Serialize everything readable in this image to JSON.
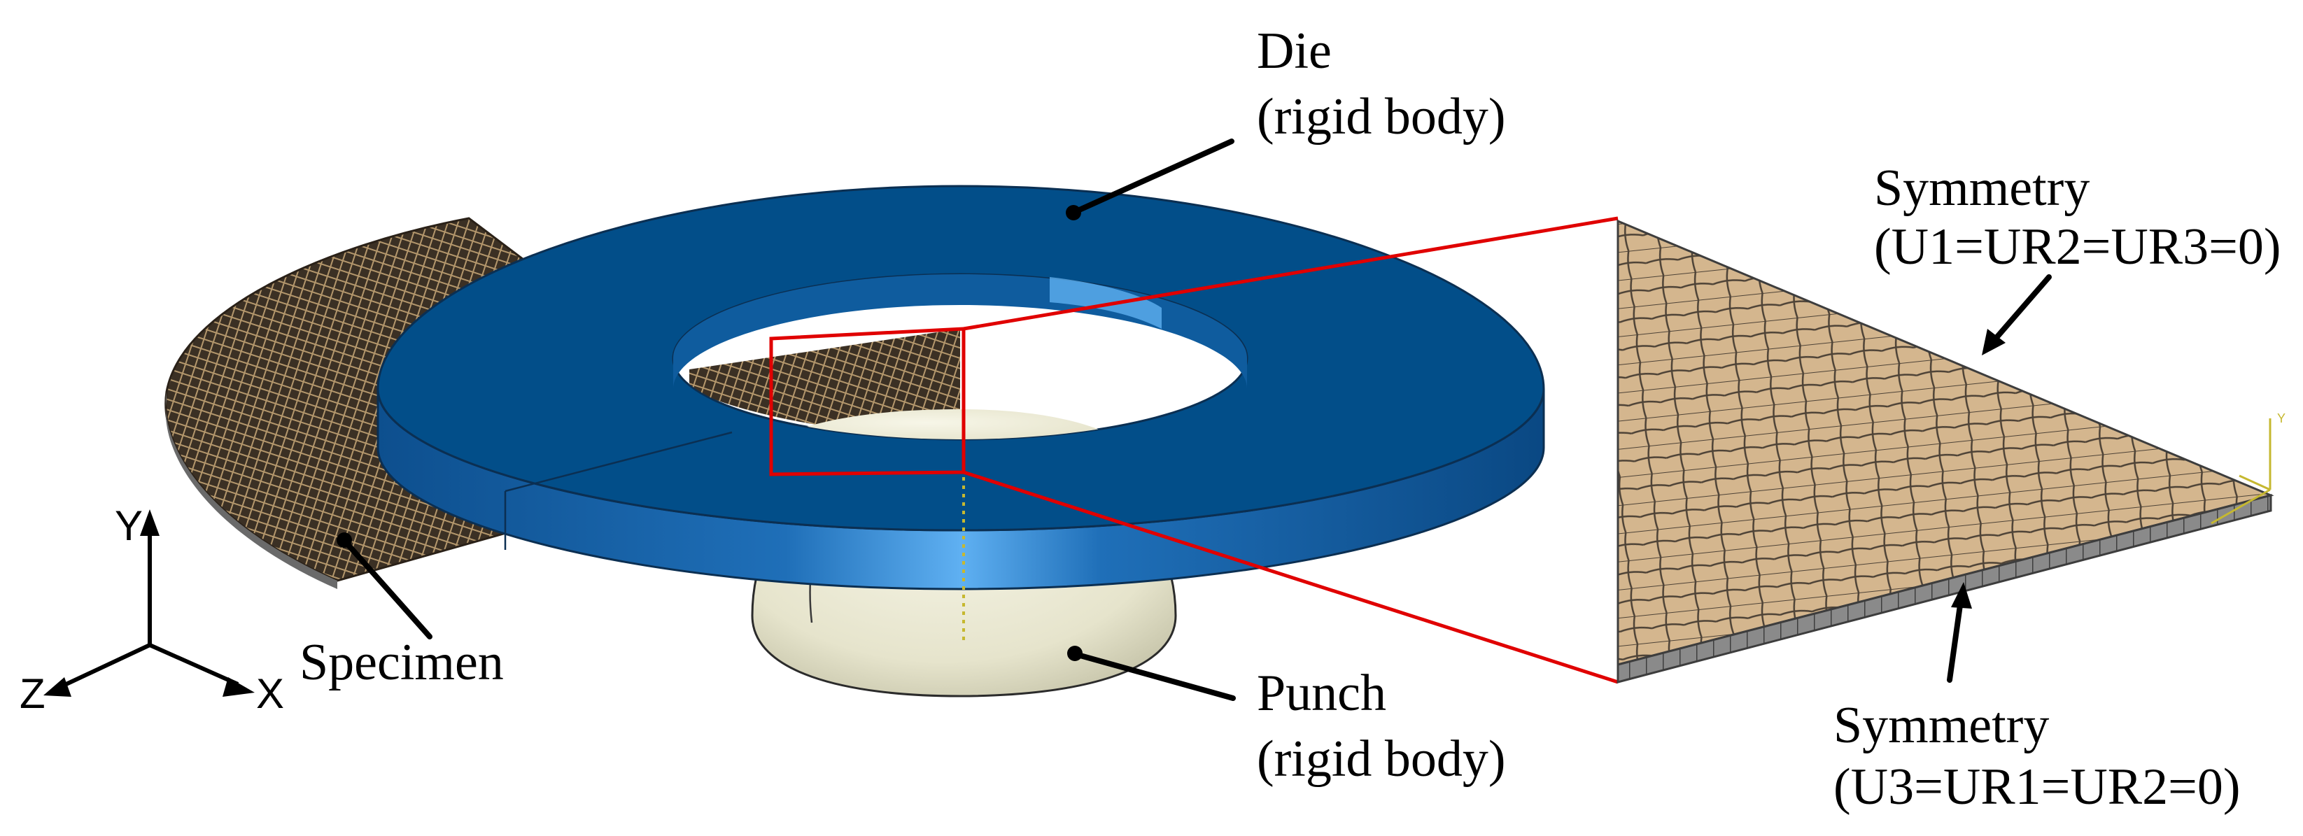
{
  "labels": {
    "die": {
      "name": "Die",
      "note": "(rigid body)"
    },
    "punch": {
      "name": "Punch",
      "note": "(rigid body)"
    },
    "specimen": {
      "name": "Specimen"
    },
    "symmetry_top": {
      "name": "Symmetry",
      "condition": "(U1=UR2=UR3=0)"
    },
    "symmetry_bottom": {
      "name": "Symmetry",
      "condition": "(U3=UR1=UR2=0)"
    }
  },
  "axes": {
    "y": "Y",
    "z": "Z",
    "x": "X"
  },
  "mini_axes": {
    "y": "Y"
  },
  "colors": {
    "die_top": "#004f8a",
    "die_side": "#1a63a8",
    "die_highlight": "#4aa3ec",
    "punch": "#ecebd8",
    "punch_shade": "#c9c8b0",
    "specimen_dark": "#3a2f22",
    "specimen_mesh": "#c8ab7e",
    "zoom_mesh_fill": "#d2b48c",
    "zoom_mesh_line": "#4a3f33",
    "zoom_edge": "#7a7a7a",
    "highlight_box": "#e00000",
    "leader": "#000000"
  }
}
